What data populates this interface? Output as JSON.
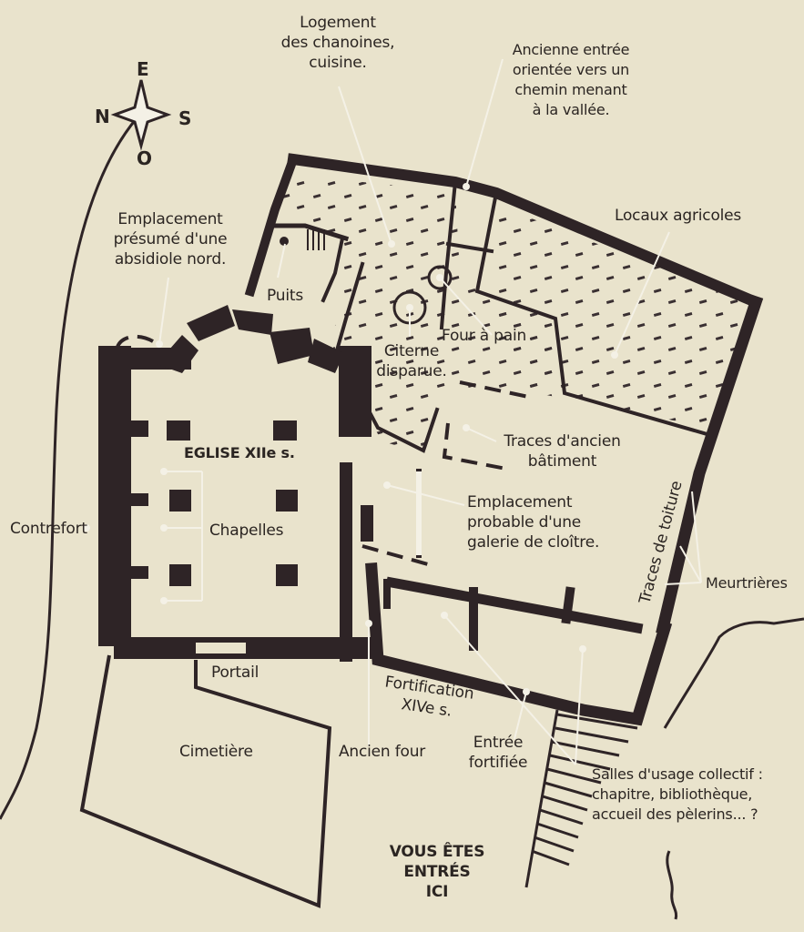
{
  "compass": {
    "north": "N",
    "east": "E",
    "south": "S",
    "west": "O"
  },
  "labels": {
    "logement": "Logement\ndes chanoines,\ncuisine.",
    "ancienne_entree": "Ancienne entrée\norientée vers un\nchemin menant\nà la vallée.",
    "locaux_agricoles": "Locaux agricoles",
    "absidiole": "Emplacement\nprésumé d'une\nabsidiole nord.",
    "puits": "Puits",
    "four_a_pain": "Four à pain",
    "citerne": "Citerne\ndisparue.",
    "eglise": "EGLISE XIIe s.",
    "traces_batiment": "Traces d'ancien\nbâtiment",
    "galerie": "Emplacement\nprobable d'une\ngalerie de cloître.",
    "traces_toiture": "Traces de toiture",
    "contrefort": "Contrefort",
    "chapelles": "Chapelles",
    "meurtrieres": "Meurtrières",
    "portail": "Portail",
    "fortification": "Fortification\nXIVe s.",
    "cimetiere": "Cimetière",
    "ancien_four": "Ancien four",
    "entree_fortifiee": "Entrée\nfortifiée",
    "salles": "Salles d'usage collectif :\nchapitre, bibliothèque,\naccueil des pèlerins... ?",
    "vous_etes": "VOUS ÊTES\nENTRÉS\nICI"
  },
  "colors": {
    "background": "#e9e3cc",
    "walls": "#2e2426",
    "leader_lines": "#f4f1e6"
  }
}
